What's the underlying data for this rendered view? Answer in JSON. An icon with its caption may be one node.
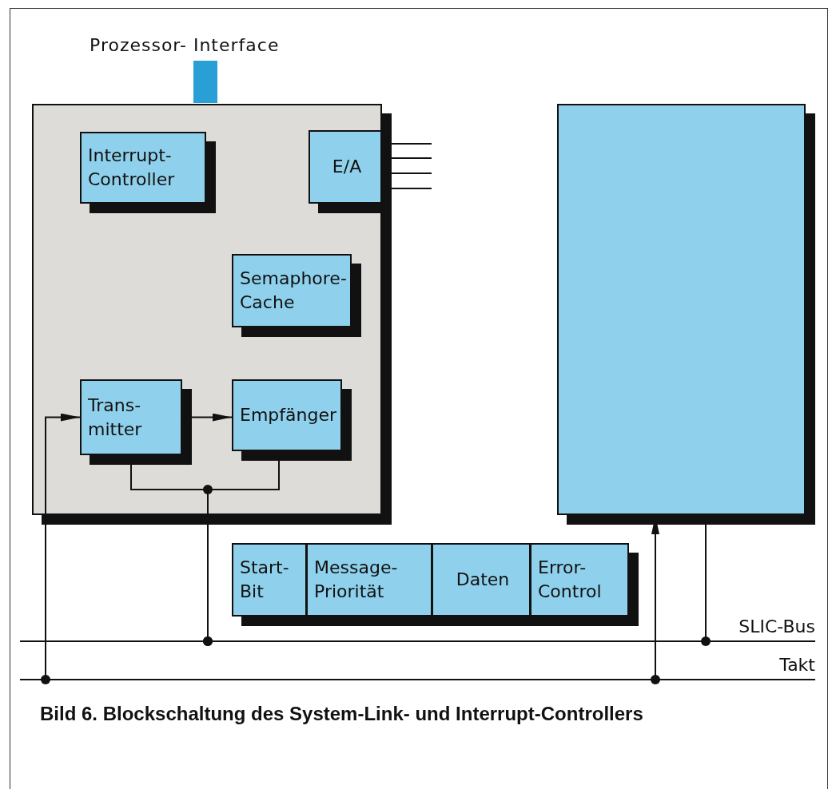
{
  "diagram": {
    "caption": "Bild 6. Blockschaltung des System-Link- und Interrupt-Controllers",
    "nodes": [
      {
        "text": [],
        "shape": "box"
      },
      {
        "text": [
          "Interrupt- Controller"
        ],
        "in": 0
      },
      {
        "text": [
          "E/A"
        ],
        "in": 0
      },
      {
        "text": [
          "Semaphore- Cache"
        ],
        "in": 0
      },
      {
        "text": [
          "Trans- mitter"
        ],
        "in": 0
      },
      {
        "text": [
          "Empfänger"
        ],
        "in": 0
      },
      {
        "text": [],
        "shape": "box"
      },
      {
        "text": [
          "Start- Bit"
        ]
      },
      {
        "text": [
          "Message- Priorität"
        ]
      },
      {
        "text": [
          "Daten"
        ]
      },
      {
        "text": [
          "Error- Control"
        ]
      },
      {
        "text": [],
        "shape": "bar",
        "beside": [
          "SLIC-Bus"
        ]
      },
      {
        "text": [],
        "shape": "bar",
        "beside": [
          "Takt"
        ]
      },
      {
        "text": [
          "Prozessor- Interface"
        ]
      }
    ],
    "edges": [
      {
        "from": 0,
        "to": 13,
        "arrow": "none",
        "style": "thick",
        "color": "#2a9fd6"
      },
      {
        "from": 2,
        "to": null,
        "arrow": "none"
      },
      {
        "from": 2,
        "to": null,
        "arrow": "none"
      },
      {
        "from": 2,
        "to": null,
        "arrow": "none"
      },
      {
        "from": 2,
        "to": null,
        "arrow": "none"
      },
      {
        "from": 12,
        "to": 4,
        "arrow": "to"
      },
      {
        "from": 4,
        "to": 5,
        "arrow": "to"
      },
      {
        "from": 4,
        "to": 11,
        "arrow": "other"
      },
      {
        "from": 5,
        "to": 11,
        "arrow": "other"
      },
      {
        "from": 12,
        "to": 6,
        "arrow": "to"
      },
      {
        "from": 6,
        "to": 11,
        "arrow": "other"
      }
    ]
  }
}
